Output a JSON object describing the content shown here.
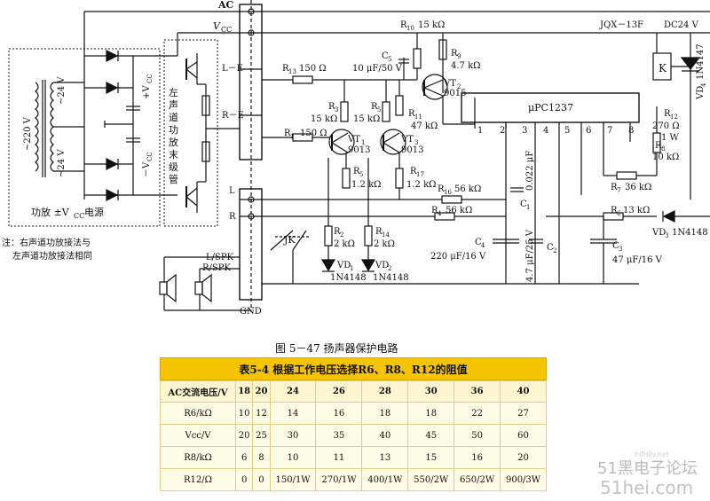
{
  "diagram": {
    "labels": {
      "ac": "AC",
      "vcc_top": "V",
      "vcc_sub": "CC",
      "r10": "R",
      "r10_sub": "10",
      "r10_val": "15 kΩ",
      "jqx": "JQX－13F",
      "dc24": "DC24 V",
      "c5": "C",
      "c5_sub": "5",
      "r9": "R",
      "r9_sub": "9",
      "r9_val": "4.7 kΩ",
      "r13": "R",
      "r13_sub": "13",
      "r13_val": "150 Ω",
      "c5_val": "10 μF/50 V",
      "vt2": "VT",
      "vt2_sub": "2",
      "t9015a": "9015",
      "k": "K",
      "vd4": "VD",
      "vd4_sub": "4",
      "in4147": "1N4147",
      "pos_vcc": "+V",
      "pos_vcc_sub": "CC",
      "v24a": "~24 V",
      "v220": "~220 V",
      "v24b": "~24 V",
      "neg_vcc": "－V",
      "neg_vcc_sub": "CC",
      "le": "L－E",
      "re": "R－E",
      "l": "L",
      "r": "R",
      "left_amp": [
        "左",
        "声",
        "道",
        "功",
        "放",
        "末",
        "级",
        "管"
      ],
      "r3": "R",
      "r3_sub": "3",
      "r3_val": "15 kΩ",
      "r5b": "R",
      "r5b_sub": "5",
      "r5b_val": "15 kΩ",
      "r11": "R",
      "r11_sub": "11",
      "r11_val": "47 kΩ",
      "upc": "μPC1237",
      "r12": "R",
      "r12_sub": "12",
      "r12_val1": "270 Ω",
      "r12_val2": "1 W",
      "r1": "R",
      "r1_sub": "1",
      "r1_val": "150 Ω",
      "vt1": "VT",
      "vt1_sub": "1",
      "t9013a": "9013",
      "vt3": "VT",
      "vt3_sub": "3",
      "t9013b": "9013",
      "pins": [
        "1",
        "2",
        "3",
        "4",
        "5",
        "6",
        "7",
        "8"
      ],
      "r8": "R",
      "r8_sub": "8",
      "r8_val": "10 kΩ",
      "r5": "R",
      "r5_sub": "5",
      "r5_val": "1.2 kΩ",
      "r17": "R",
      "r17_sub": "17",
      "r17_val": "1.2 kΩ",
      "c1_val": "0.022 μF",
      "c1": "C",
      "c1_sub": "1",
      "r16": "R",
      "r16_sub": "16",
      "r16_val": "56 kΩ",
      "r7": "R",
      "r7_sub": "7",
      "r7_val": "36 kΩ",
      "power_label": "功放 ±V",
      "power_sub": "CC",
      "power_tail": " 电源",
      "r4": "R",
      "r4_sub": "4",
      "r4_val": "56 kΩ",
      "r6": "R",
      "r6_sub": "6",
      "r6_val": "13 kΩ",
      "vd3": "VD",
      "vd3_sub": "3",
      "in4148c": "1N4148",
      "note1": "注：右声道功放接法与",
      "note2": "左声道功放接法相同",
      "jk": "JK",
      "r2": "R",
      "r2_sub": "2",
      "r2_val": "2 kΩ",
      "r14": "R",
      "r14_sub": "14",
      "r14_val": "2 kΩ",
      "c4": "C",
      "c4_sub": "4",
      "c4_val": "220 μF/16 V",
      "c2_val": "4.7 μF/25 V",
      "c2": "C",
      "c2_sub": "2",
      "c3": "C",
      "c3_sub": "3",
      "c3_val": "47 μF/16 V",
      "lspk": "L/SPK",
      "rspk": "R/SPK",
      "vd1": "VD",
      "vd1_sub": "1",
      "vd2": "VD",
      "vd2_sub": "2",
      "in4148a": "1N4148",
      "in4148b": "1N4148",
      "gnd": "GND"
    }
  },
  "figure_caption": "图 5－47   扬声器保护电路",
  "table": {
    "title": "表5-4 根据工作电压选择R6、R8、R12的阻值",
    "rows": [
      [
        "AC交流电压/V",
        "18",
        "20",
        "24",
        "26",
        "28",
        "30",
        "36",
        "40"
      ],
      [
        "R6/kΩ",
        "10",
        "12",
        "14",
        "16",
        "18",
        "18",
        "22",
        "27"
      ],
      [
        "Vcc/V",
        "20",
        "25",
        "30",
        "35",
        "40",
        "45",
        "50",
        "60"
      ],
      [
        "R8/kΩ",
        "6",
        "8",
        "10",
        "11",
        "13",
        "15",
        "16",
        "20"
      ],
      [
        "R12/Ω",
        "0",
        "0",
        "150/1W",
        "270/1W",
        "400/1W",
        "550/2W",
        "650/2W",
        "900/3W"
      ]
    ]
  },
  "watermark": {
    "line1": "51黑电子论坛",
    "line2": "51hei.com",
    "small": "hifidiy.net"
  }
}
